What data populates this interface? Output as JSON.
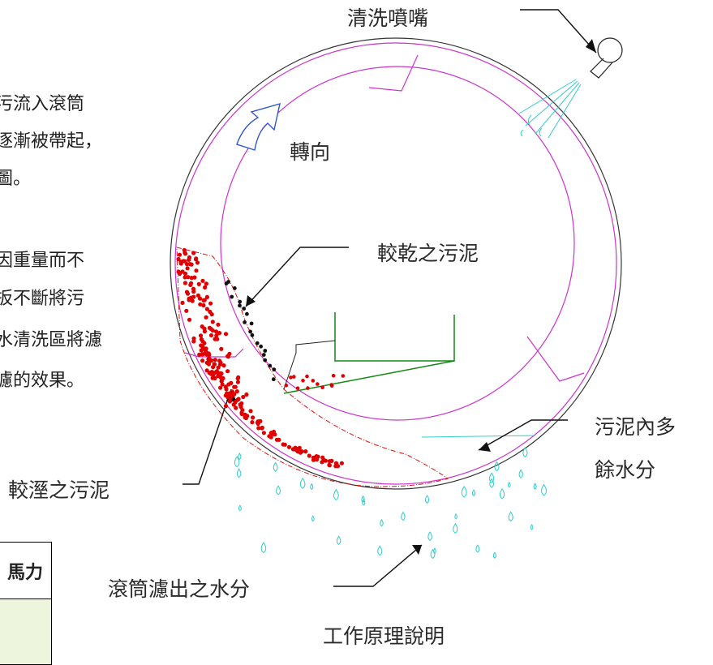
{
  "labels": {
    "nozzle": "清洗噴嘴",
    "rotation": "轉向",
    "dry_sludge": "較乾之污泥",
    "wet_sludge": "較溼之污泥",
    "excess_water_line1": "污泥內多",
    "excess_water_line2": "餘水分",
    "drum_water": "滾筒濾出之水分",
    "caption": "工作原理說明"
  },
  "left_text": {
    "p1": [
      "污流入滾筒",
      "逐漸被帶起，",
      "圖。"
    ],
    "p2": [
      "因重量而不",
      "扳不斷將污",
      "水清洗區將濾",
      "濾的效果。"
    ]
  },
  "table": {
    "header": "馬力",
    "cell": ""
  },
  "colors": {
    "drum_outer": "#333333",
    "drum_inner": "#cc33cc",
    "sludge_outline": "#e01010",
    "sludge_dot": "#e00000",
    "dry_dot": "#111111",
    "water": "#33cccc",
    "arrow": "#3355cc",
    "trough": "#118811"
  }
}
